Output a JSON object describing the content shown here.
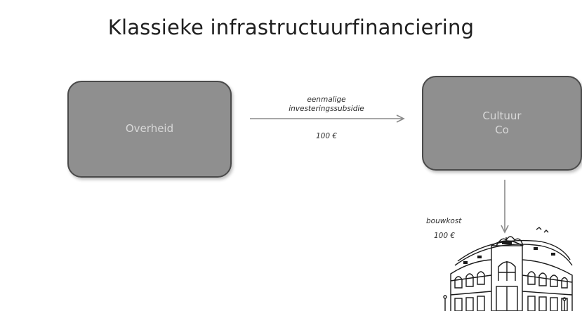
{
  "title": "Klassieke infrastructuurfinanciering",
  "boxes": {
    "left": {
      "label": "Overheid"
    },
    "right": {
      "label": "Cultuur\nCo"
    }
  },
  "flows": {
    "subsidy": {
      "label": "eenmalige\ninvesteringssubsidie",
      "amount": "100 €"
    },
    "construction": {
      "label": "bouwkost",
      "amount": "100 €"
    }
  },
  "colors": {
    "box_fill": "#8f8f8f",
    "box_border": "#4a4a4a",
    "box_text": "#d8d8d8",
    "arrow": "#8a8a8a"
  },
  "icons": {
    "building": "building-icon"
  }
}
